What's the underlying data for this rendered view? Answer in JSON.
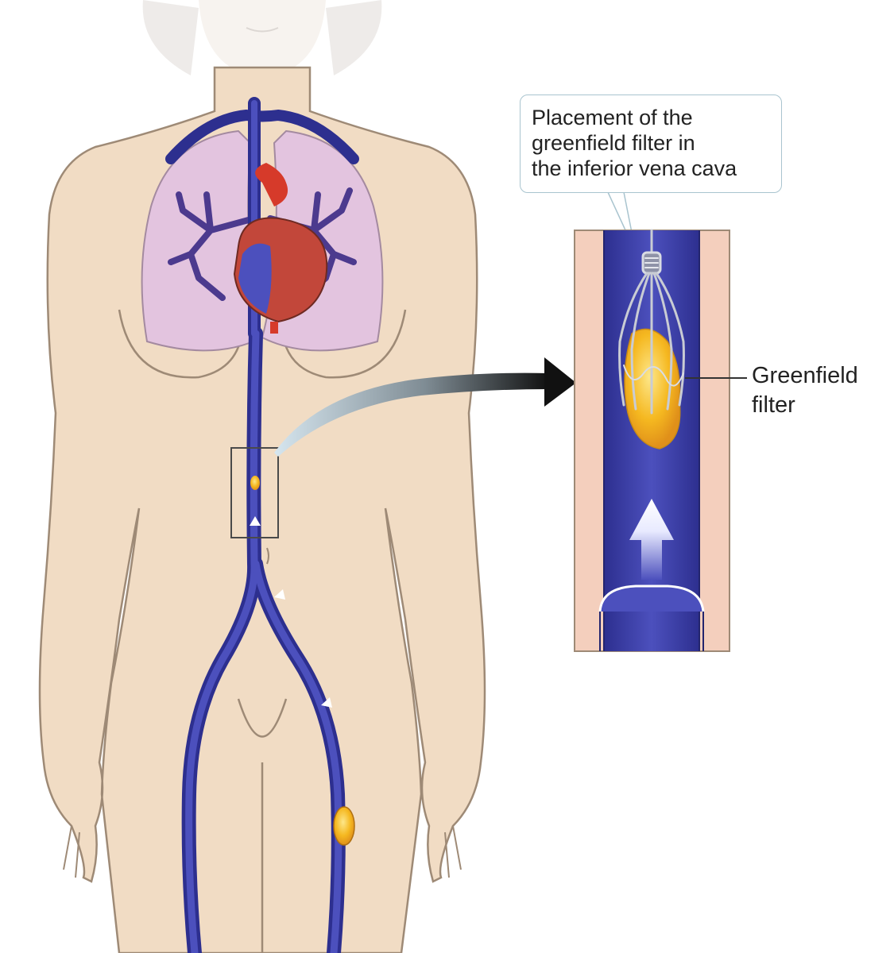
{
  "callout": {
    "lines": [
      "Placement of the",
      "greenfield filter in",
      "the inferior vena cava"
    ]
  },
  "filter_label": {
    "lines": [
      "Greenfield",
      "filter"
    ]
  },
  "colors": {
    "skin": "#f1dcc4",
    "skin_outline": "#9e8a76",
    "vein": "#3c3fa6",
    "lung": "#e3c4df",
    "heart": "#c2473a",
    "artery": "#d63a2a",
    "pulmonary": "#4c3a8e",
    "clot": "#f2b21c",
    "vessel_wall": "#f4cfbd"
  }
}
